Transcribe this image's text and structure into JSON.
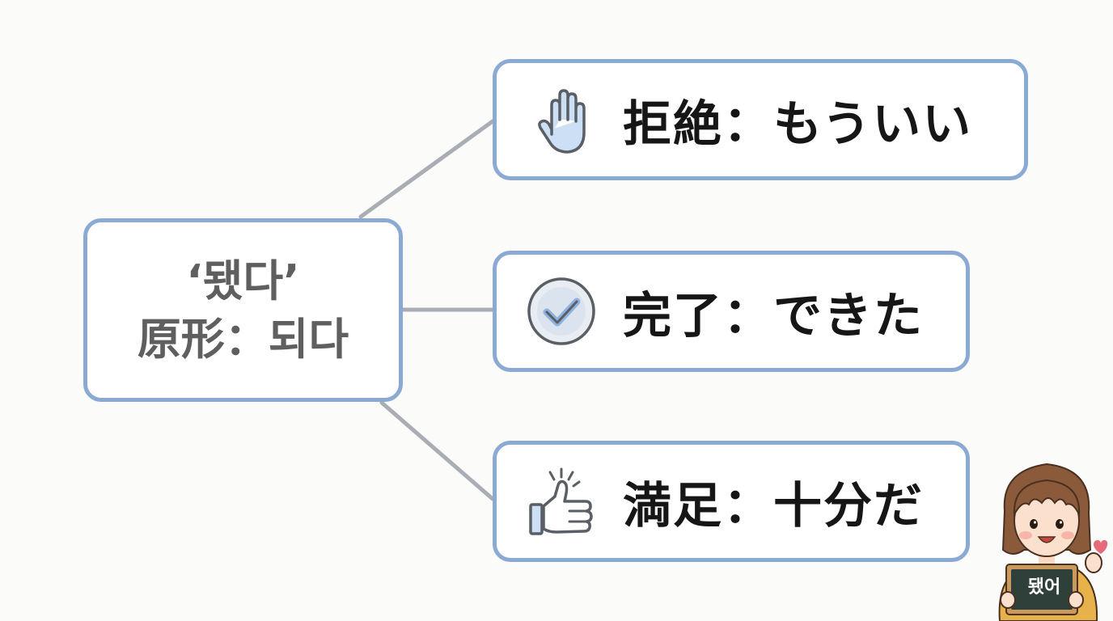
{
  "root": {
    "line1": "‘됐다’",
    "line2": "原形：되다"
  },
  "branches": [
    {
      "label": "拒絶：もういい",
      "icon": "raised-hand-icon"
    },
    {
      "label": "完了：できた",
      "icon": "check-circle-icon"
    },
    {
      "label": "満足：十分だ",
      "icon": "thumbs-up-icon"
    }
  ],
  "character": {
    "sign_text": "됐어",
    "icon": "heart-icon"
  },
  "colors": {
    "box_border": "#8aa9d3",
    "connector": "#a9adb4",
    "icon_fill": "#cddff5",
    "icon_stroke": "#5a5f66",
    "root_text": "#5f5f5f",
    "branch_text": "#161616"
  }
}
